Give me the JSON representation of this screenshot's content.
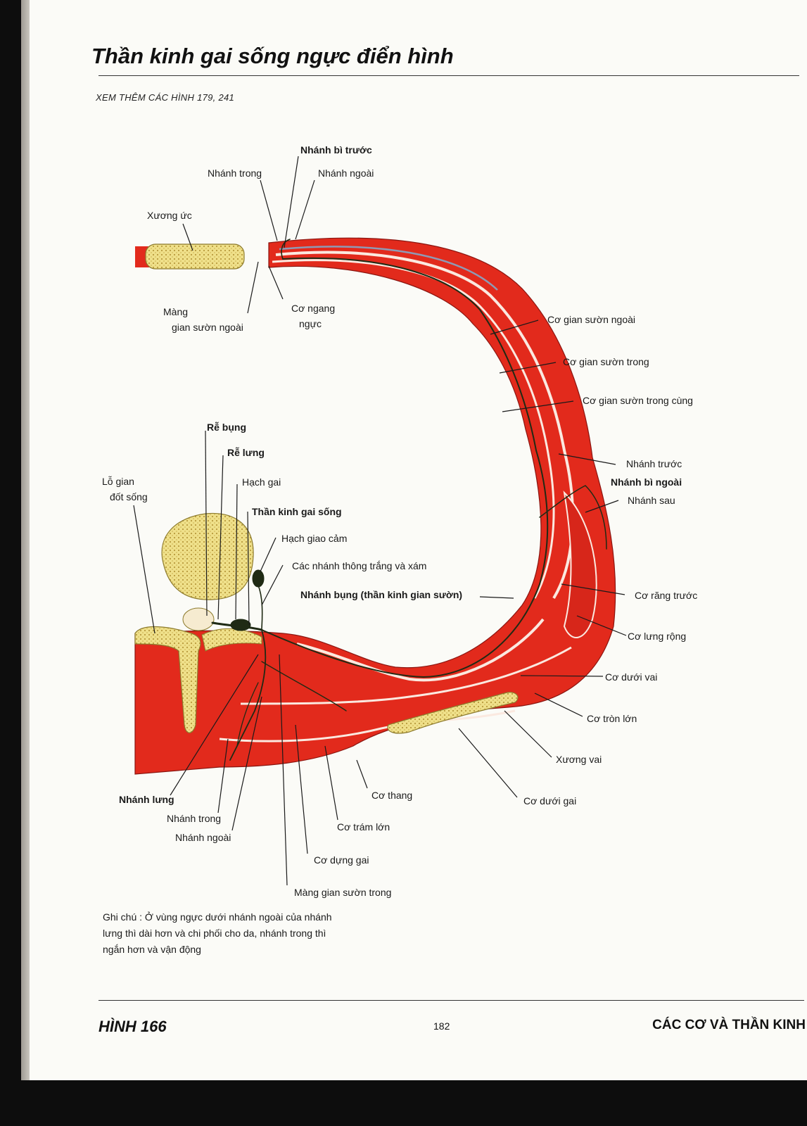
{
  "header": {
    "title": "Thần kinh gai sống ngực điển hình",
    "see_also": "XEM THÊM CÁC HÌNH 179, 241"
  },
  "labels": {
    "nhanh_bi_truoc": "Nhánh bì trước",
    "nhanh_trong_top": "Nhánh trong",
    "nhanh_ngoai_top": "Nhánh ngoài",
    "xuong_uc": "Xương ức",
    "mang_gian_suon_ngoai_1": "Màng",
    "mang_gian_suon_ngoai_2": "gian sườn ngoài",
    "co_ngang_nguc_1": "Cơ ngang",
    "co_ngang_nguc_2": "ngực",
    "co_gian_suon_ngoai": "Cơ gian sườn ngoài",
    "co_gian_suon_trong": "Cơ gian sườn trong",
    "co_gian_suon_trong_cung": "Cơ gian sườn trong cùng",
    "nhanh_truoc": "Nhánh trước",
    "nhanh_bi_ngoai": "Nhánh bì ngoài",
    "nhanh_sau": "Nhánh sau",
    "re_bung": "Rễ bụng",
    "re_lung": "Rễ lưng",
    "lo_gian_dot_song_1": "Lỗ gian",
    "lo_gian_dot_song_2": "đốt sống",
    "hach_gai": "Hạch gai",
    "than_kinh_gai_song": "Thần kinh gai sống",
    "hach_giao_cam": "Hạch giao cảm",
    "cac_nhanh_thong": "Các nhánh thông trắng và xám",
    "nhanh_bung": "Nhánh bụng (thần kinh gian sườn)",
    "co_rang_truoc": "Cơ răng trước",
    "co_lung_rong": "Cơ lưng rộng",
    "co_duoi_vai": "Cơ dưới vai",
    "co_tron_lon": "Cơ tròn lớn",
    "xuong_vai": "Xương vai",
    "co_duoi_gai": "Cơ dưới gai",
    "co_thang": "Cơ thang",
    "co_tram_lon": "Cơ trám lớn",
    "co_dung_gai": "Cơ dựng gai",
    "mang_gian_suon_trong": "Màng gian sườn trong",
    "nhanh_lung": "Nhánh lưng",
    "nhanh_trong_bottom": "Nhánh trong",
    "nhanh_ngoai_bottom": "Nhánh ngoài"
  },
  "note": "Ghi chú : Ở vùng ngực dưới nhánh ngoài của nhánh lưng thì dài hơn và chi phối cho da, nhánh trong thì ngắn hơn và vận động",
  "footer": {
    "figure": "HÌNH 166",
    "page": "182",
    "chapter": "CÁC CƠ VÀ THẦN KINH"
  },
  "colors": {
    "muscle": "#e22a1c",
    "bone": "#efe08a",
    "nerve": "#1f2a14",
    "membrane": "#8f99b4"
  }
}
